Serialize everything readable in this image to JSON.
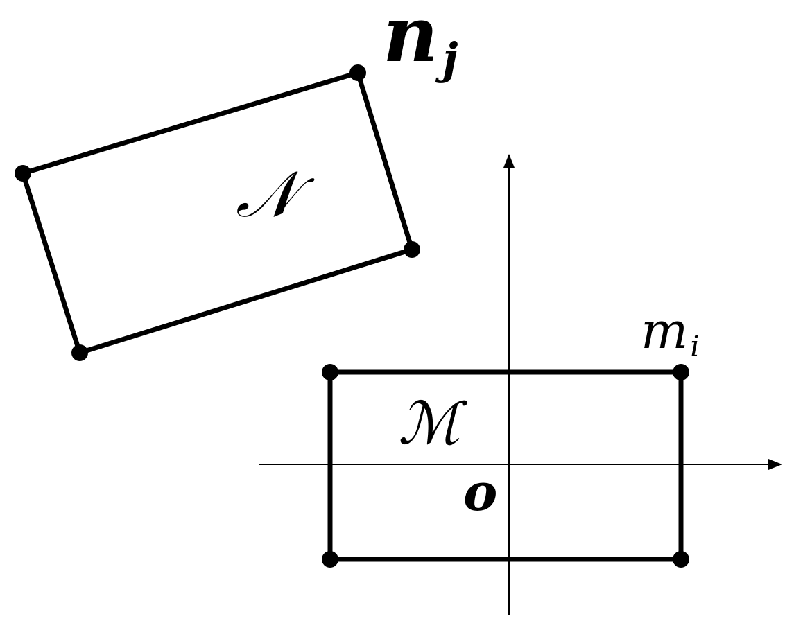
{
  "colors": {
    "ink": "#000000",
    "background": "#ffffff"
  },
  "labels": {
    "set_n": "𝒩",
    "set_m": "ℳ",
    "point_n": "n",
    "point_n_sub": "j",
    "point_m": "m",
    "point_m_sub": "i",
    "origin": "o"
  }
}
